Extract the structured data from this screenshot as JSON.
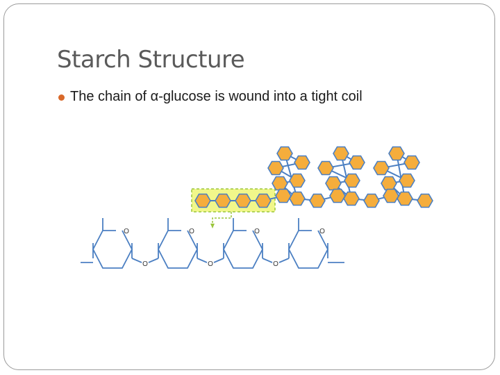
{
  "slide": {
    "title": "Starch Structure",
    "bullets": [
      {
        "text": "The chain of α-glucose is wound into a tight coil"
      }
    ]
  },
  "diagram": {
    "ring_oxygen_label": "O",
    "link_oxygen_label": "O",
    "colors": {
      "hexagon_fill": "#f5ad3c",
      "hexagon_stroke": "#4b7fc2",
      "chain_line": "#4b7fc2",
      "highlight_fill": "#f1f78a",
      "highlight_border": "#9bc53d",
      "structure_line": "#4b7fc2",
      "bullet": "#d9692a"
    }
  }
}
